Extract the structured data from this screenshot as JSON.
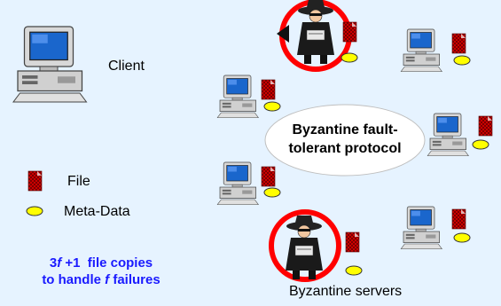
{
  "client": {
    "label": "Client"
  },
  "legend": {
    "file_label": "File",
    "metadata_label": "Meta-Data"
  },
  "caption": {
    "line1_prefix": "3",
    "line1_f": "f",
    "line1_suffix": " +1  file copies",
    "line2_prefix": "to handle ",
    "line2_f": "f",
    "line2_suffix": " failures"
  },
  "protocol": {
    "line1": "Byzantine fault-",
    "line2": "tolerant protocol"
  },
  "servers_label": "Byzantine servers",
  "colors": {
    "background": "#e6f3ff",
    "file": "#cc0000",
    "metadata": "#ffff00",
    "caption": "#1a1aff",
    "faulty_ring": "#ff0000"
  }
}
